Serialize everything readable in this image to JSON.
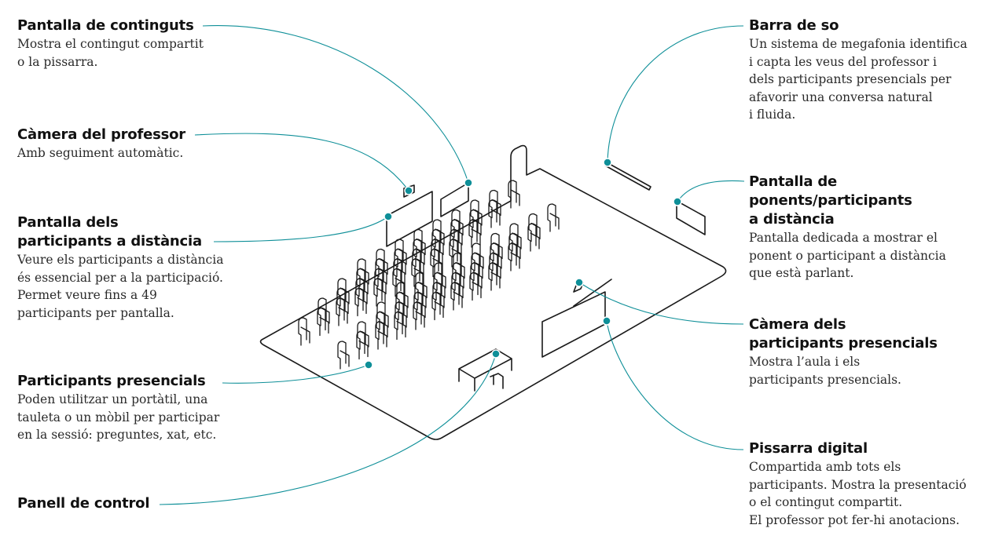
{
  "colors": {
    "accent": "#0e8f98",
    "ink": "#1a1a1a",
    "text": "#2a2a2a"
  },
  "labels": {
    "content_screen": {
      "title": "Pantalla de continguts",
      "desc": "Mostra el contingut compartit\no la pissarra."
    },
    "teacher_camera": {
      "title": "Càmera del professor",
      "desc": "Amb seguiment automàtic."
    },
    "remote_participants_screen": {
      "title_lines": [
        "Pantalla dels",
        "participants a distància"
      ],
      "desc": "Veure els participants a distància\nés essencial per a la participació.\nPermet veure fins a 49\nparticipants per pantalla."
    },
    "onsite_participants": {
      "title": "Participants presencials",
      "desc": "Poden utilitzar un portàtil, una\ntauleta o un mòbil per participar\nen la sessió: preguntes, xat, etc."
    },
    "control_panel": {
      "title": "Panell de control"
    },
    "sound_bar": {
      "title": "Barra de so",
      "desc": "Un sistema de megafonia identifica\ni capta les veus del professor i\ndels participants presencials per\nafavorir una conversa natural\ni fluida."
    },
    "speaker_screen": {
      "title_lines": [
        "Pantalla de",
        "ponents/participants",
        "a distància"
      ],
      "desc": "Pantalla dedicada a mostrar el\nponent o participant a distància\nque està parlant."
    },
    "onsite_camera": {
      "title_lines": [
        "Càmera dels",
        "participants presencials"
      ],
      "desc": "Mostra l’aula i els\nparticipants presencials."
    },
    "digital_whiteboard": {
      "title": "Pissarra digital",
      "desc": "Compartida amb tots els\nparticipants. Mostra la presentació\no el contingut compartit.\nEl professor pot fer-hi anotacions."
    }
  },
  "room": {
    "chair_rows": [
      9,
      9,
      9,
      9,
      9,
      9,
      9,
      9
    ]
  }
}
